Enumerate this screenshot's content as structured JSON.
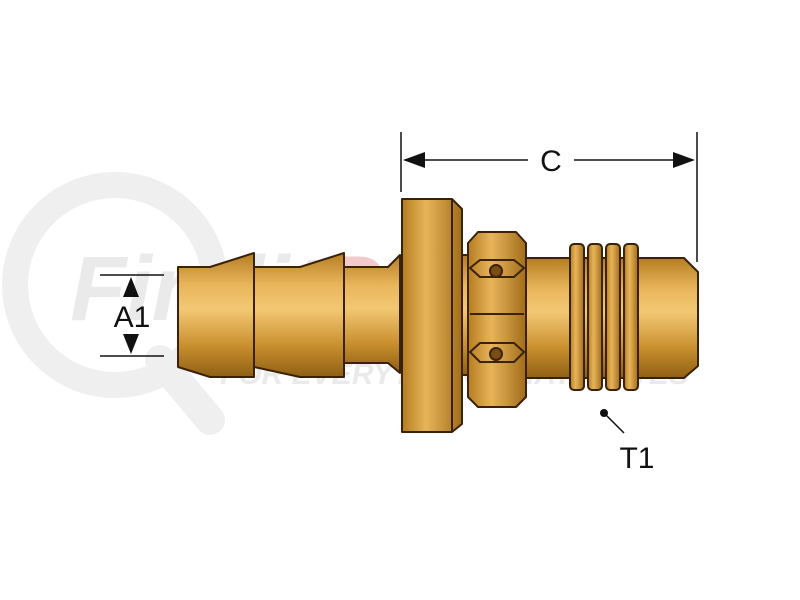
{
  "diagram": {
    "dimensions": {
      "c_label": "C",
      "a1_label": "A1",
      "t1_label": "T1"
    }
  },
  "watermark": {
    "brand_main": "Findit",
    "brand_accent": "Parts",
    "tagline": "FOR EVERYTHING THAT MOVES",
    "accent_color": "#e8a0a0",
    "gray_color": "#d9d9d9"
  },
  "colors": {
    "brass_light": "#e8b45a",
    "brass_mid": "#c98f2e",
    "brass_dark": "#8f5f14",
    "outline": "#3a2208",
    "dim_line": "#111111"
  }
}
